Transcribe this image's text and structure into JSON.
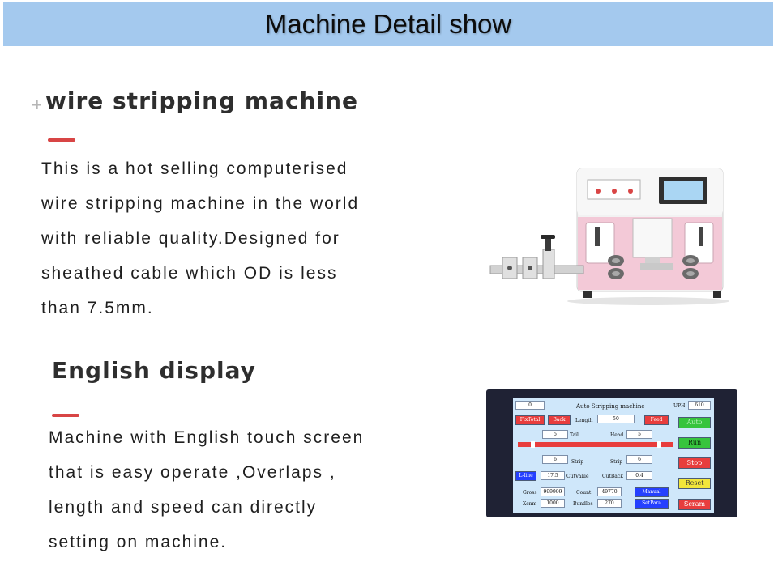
{
  "banner": {
    "title": "Machine Detail show"
  },
  "section1": {
    "title": "wire stripping machine",
    "lines": [
      "This is a hot selling computerised",
      "wire stripping machine in the world",
      "with reliable quality.Designed for",
      "sheathed cable which OD is less",
      "than 7.5mm."
    ]
  },
  "section2": {
    "title": "English display",
    "lines": [
      "Machine with English touch screen",
      "that is easy operate ,Overlaps ,",
      "length and speed can directly",
      "setting on machine."
    ]
  },
  "screen": {
    "top_left_value": "0",
    "header": "Auto Stripping machine",
    "uph_label": "UPH",
    "uph_value": "610",
    "fixtotal": "FixTotal",
    "back": "Back",
    "length_label": "Length",
    "length_value": "50",
    "feed": "Feed",
    "auto": "Auto",
    "tail_value": "5",
    "tail_label": "Tail",
    "head_label": "Head",
    "head_value": "5",
    "run": "Run",
    "strip_left_value": "6",
    "strip_label": "Strip",
    "strip_right_label": "Strip",
    "strip_right_value": "6",
    "stop": "Stop",
    "lline": "L-line",
    "cutvalue_value": "17.5",
    "cutvalue_label": "CutValue",
    "cutback_label": "CutBack",
    "cutback_value": "0.4",
    "reset": "Reset",
    "gross_label": "Gross",
    "gross_value": "999999",
    "count_label": "Count",
    "count_value": "49770",
    "manual": "Manual",
    "xcnm_label": "Xcnm",
    "xcnm_value": "1000",
    "bundles_label": "Bundles",
    "bundles_value": "270",
    "setpara": "SetPara",
    "scram": "Scram"
  },
  "colors": {
    "banner_bg": "#a4c9ee",
    "accent_dash": "#d84545",
    "screen_bg": "#cfe7fa",
    "btn_green": "#37c43d",
    "btn_yellow": "#f2e63b",
    "btn_blue": "#2540ff",
    "btn_red": "#e83d3d"
  }
}
